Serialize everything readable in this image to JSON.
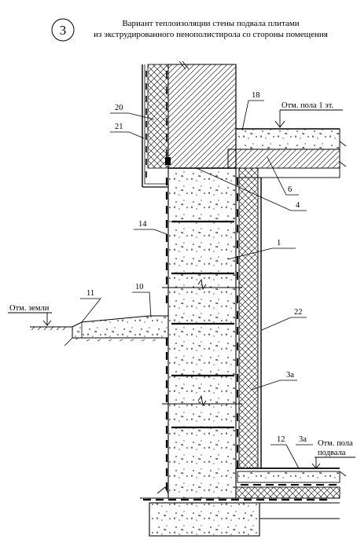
{
  "figure_number": "3",
  "title_line1": "Вариант теплоизоляции стены подвала плитами",
  "title_line2": "из экструдированного пенополистирола со стороны помещения",
  "levels": {
    "floor_1": "Отм. пола 1 эт.",
    "ground": "Отм. земли",
    "basement_line1": "Отм. пола",
    "basement_line2": "подвала"
  },
  "callouts": {
    "c20": "20",
    "c21": "21",
    "c18": "18",
    "c6": "6",
    "c4": "4",
    "c14": "14",
    "c1": "1",
    "c10": "10",
    "c11": "11",
    "c22": "22",
    "c3a_wall": "3а",
    "c12": "12",
    "c3a_floor": "3а"
  }
}
